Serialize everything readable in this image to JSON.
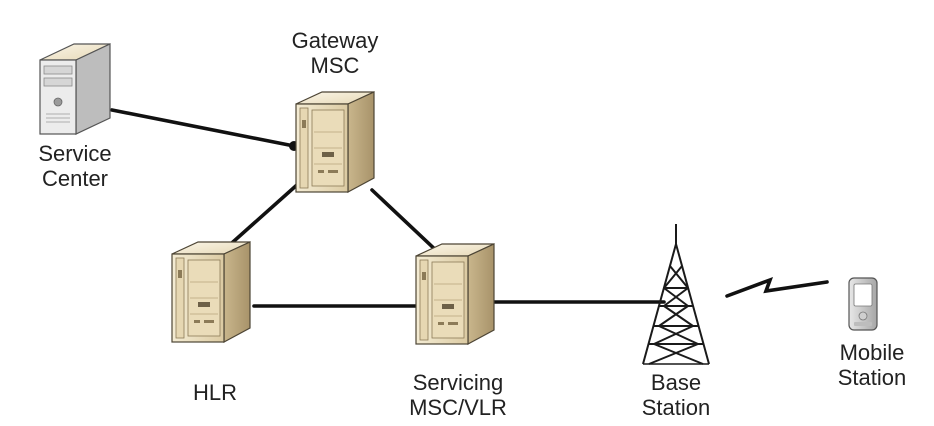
{
  "nodes": {
    "service_center": {
      "lines": [
        "Service",
        "Center"
      ],
      "icon": "server-tower-icon"
    },
    "gateway_msc": {
      "lines": [
        "Gateway",
        "MSC"
      ],
      "icon": "server-cabinet-icon"
    },
    "hlr": {
      "lines": [
        "HLR"
      ],
      "icon": "server-cabinet-icon"
    },
    "servicing_msc": {
      "lines": [
        "Servicing",
        "MSC/VLR"
      ],
      "icon": "server-cabinet-icon"
    },
    "base_station": {
      "lines": [
        "Base",
        "Station"
      ],
      "icon": "antenna-tower-icon"
    },
    "mobile_station": {
      "lines": [
        "Mobile",
        "Station"
      ],
      "icon": "mobile-phone-icon"
    }
  },
  "links": [
    {
      "from": "service_center",
      "to": "gateway_msc",
      "style": "wired"
    },
    {
      "from": "gateway_msc",
      "to": "hlr",
      "style": "wired"
    },
    {
      "from": "gateway_msc",
      "to": "servicing_msc",
      "style": "wired"
    },
    {
      "from": "hlr",
      "to": "servicing_msc",
      "style": "wired"
    },
    {
      "from": "servicing_msc",
      "to": "base_station",
      "style": "wired"
    },
    {
      "from": "base_station",
      "to": "mobile_station",
      "style": "wireless"
    }
  ],
  "colors": {
    "cabinet_light": "#efe4c6",
    "cabinet_mid": "#d9c8a0",
    "cabinet_dark": "#a8936a",
    "outline": "#4d4535",
    "link": "#111111",
    "text": "#222222"
  }
}
